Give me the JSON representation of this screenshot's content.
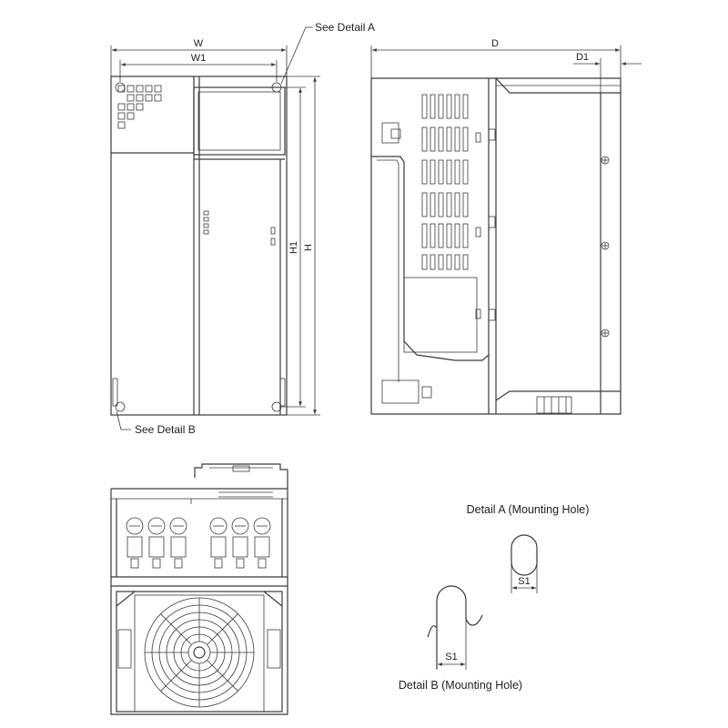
{
  "callouts": {
    "see_detail_a": "See Detail A",
    "see_detail_b": "See Detail B"
  },
  "dimensions": {
    "w": "W",
    "w1": "W1",
    "h": "H",
    "h1": "H1",
    "d": "D",
    "d1": "D1",
    "s1_a": "S1",
    "s1_b": "S1"
  },
  "details": {
    "a_title": "Detail A (Mounting Hole)",
    "b_title": "Detail B (Mounting Hole)"
  },
  "colors": {
    "line": "#3a3a3a",
    "text": "#222222",
    "background": "#ffffff"
  }
}
